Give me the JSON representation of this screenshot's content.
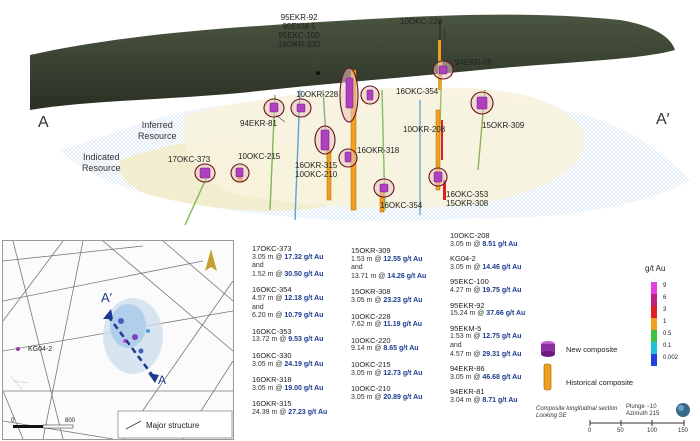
{
  "section_labels": {
    "a_left": "A",
    "a_right": "A′",
    "inferred": "Inferred\nResource",
    "indicated": "Indicated\nResource"
  },
  "drill_labels": {
    "hole_95ekr92_group": "95EKR-92\n95EKM-5\n95EKC-100\n16OKR-330",
    "hole_10okc220": "10OKC-220",
    "hole_94ekr86": "94EKR-86",
    "hole_10okr228": "10OKR-228",
    "hole_16okc354_top": "16OKC-354",
    "hole_94ekr81": "94EKR-81",
    "hole_15okr309": "15OKR-309",
    "hole_10okr208": "10OKR-208",
    "hole_17okc373": "17OKC-373",
    "hole_10okc215": "10OKC-215",
    "hole_16okr315_group": "16OKR-315\n10OKC-210",
    "hole_16okr318": "16OKR-318",
    "hole_16okc354_low": "16OKC-354",
    "hole_16okc353_group": "16OKC-353\n15OKR-308"
  },
  "inset_map": {
    "a_prime": "A′",
    "a": "A",
    "kg04": "KG04-2",
    "scale_0": "0",
    "scale_800": "800",
    "major_structure": "Major structure"
  },
  "intercepts_col1": [
    {
      "hole": "17OKC-373",
      "l1": "3.05 m @ ",
      "v1": "17.32 g/t Au",
      "l2": "and",
      "l3": "1.52 m @ ",
      "v3": "30.50 g/t Au"
    },
    {
      "hole": "16OKC-354",
      "l1": "4.57 m @ ",
      "v1": "12.18 g/t Au",
      "l2": "and",
      "l3": "6.20 m @ ",
      "v3": "10.79 g/t Au"
    },
    {
      "hole": "16OKC-353",
      "l1": "13.72 m @ ",
      "v1": "9.53 g/t Au"
    },
    {
      "hole": "16OKC-330",
      "l1": "3.05 m @ ",
      "v1": "24.19 g/t Au"
    },
    {
      "hole": "16OKR-318",
      "l1": "3.05 m @ ",
      "v1": "19.00 g/t Au"
    },
    {
      "hole": "16OKR-315",
      "l1": "24.39 m @ ",
      "v1": "27.23 g/t Au"
    }
  ],
  "intercepts_col2": [
    {
      "hole": "15OKR-309",
      "l1": "1.53 m @ ",
      "v1": "12.55 g/t Au",
      "l2": "and",
      "l3": "13.71 m @ ",
      "v3": "14.26 g/t Au"
    },
    {
      "hole": "15OKR-308",
      "l1": "3.05 m @ ",
      "v1": "23.23 g/t Au"
    },
    {
      "hole": "10OKC-228",
      "l1": "7.62 m @ ",
      "v1": "11.19 g/t Au"
    },
    {
      "hole": "10OKC-220",
      "l1": "9.14 m @ ",
      "v1": "8.65 g/t Au"
    },
    {
      "hole": "10OKC-215",
      "l1": "3.05 m @ ",
      "v1": "12.73 g/t Au"
    },
    {
      "hole": "10OKC-210",
      "l1": "3.05 m @ ",
      "v1": "20.89 g/t Au"
    }
  ],
  "intercepts_col3": [
    {
      "hole": "10OKC-208",
      "l1": "3.05 m @ ",
      "v1": "8.51 g/t Au"
    },
    {
      "hole": "KG04-2",
      "l1": "3.05 m @ ",
      "v1": "14.46 g/t Au"
    },
    {
      "hole": "95EKC-100",
      "l1": "4.27 m @ ",
      "v1": "19.75 g/t Au"
    },
    {
      "hole": "95EKR-92",
      "l1": "15.24 m @ ",
      "v1": "37.66 g/t Au"
    },
    {
      "hole": "95EKM-5",
      "l1": "1.53 m @ ",
      "v1": "12.75 g/t Au",
      "l2": "and",
      "l3": "4.57 m @ ",
      "v3": "29.31 g/t Au"
    },
    {
      "hole": "94EKR-86",
      "l1": "3.05 m @ ",
      "v1": "46.68 g/t Au"
    },
    {
      "hole": "94EKR-81",
      "l1": "3.04 m @ ",
      "v1": "8.71 g/t Au"
    }
  ],
  "legend": {
    "title": "g/t Au",
    "scale": [
      {
        "label": "9",
        "color": "#e040e0"
      },
      {
        "label": "6",
        "color": "#c02080"
      },
      {
        "label": "3",
        "color": "#e02020"
      },
      {
        "label": "1",
        "color": "#f0a020"
      },
      {
        "label": "0.5",
        "color": "#40c040"
      },
      {
        "label": "0.1",
        "color": "#20c0e0"
      },
      {
        "label": "0.002",
        "color": "#2040e0"
      }
    ],
    "new_composite": "New composite",
    "historical_composite": "Historical composite"
  },
  "footer": {
    "caption": "Composite longitudinal section\nLooking SE",
    "plunge": "Plunge −10\nAzimuth 215",
    "scale_0": "0",
    "scale_50": "50",
    "scale_100": "100",
    "scale_150": "150"
  }
}
